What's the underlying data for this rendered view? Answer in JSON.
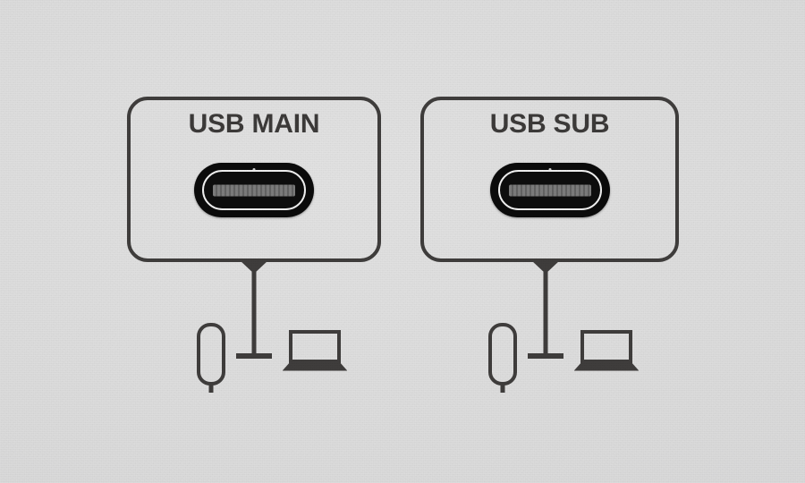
{
  "diagram": {
    "title": "USB port panel diagram",
    "background_color": "#dedede",
    "line_color": "#3f3d3c",
    "label_color": "#3c3a39",
    "jack_body_color": "#0b0b0b",
    "jack_ring_color": "#f2f2f2",
    "jack_contacts_color": "#6f6f6f"
  },
  "ports": [
    {
      "id": "usb-main",
      "label": "USB MAIN",
      "connector_type": "USB-C",
      "connected_devices": [
        {
          "id": "phone",
          "icon": "phone-icon",
          "label": ""
        },
        {
          "id": "laptop",
          "icon": "laptop-icon",
          "label": ""
        }
      ]
    },
    {
      "id": "usb-sub",
      "label": "USB SUB",
      "connector_type": "USB-C",
      "connected_devices": [
        {
          "id": "phone",
          "icon": "phone-icon",
          "label": ""
        },
        {
          "id": "laptop",
          "icon": "laptop-icon",
          "label": ""
        }
      ]
    }
  ]
}
